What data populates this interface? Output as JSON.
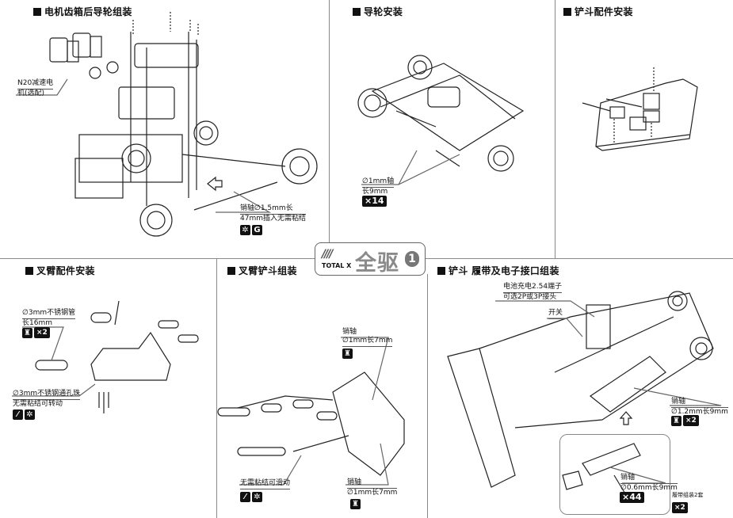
{
  "logo": {
    "brand": "TOTAL X",
    "title_cn": "全驱",
    "step_number": "1"
  },
  "panels": [
    {
      "title": "电机齿箱后导轮组装",
      "callouts": [
        {
          "text": "N20减速电机(选配)",
          "line1": "N20减速电",
          "line2": "机(选配)"
        },
        {
          "line1": "销轴∅1.5mm长",
          "line2": "47mm插入无需粘结",
          "icons": [
            "no-glue-icon",
            "insert-icon"
          ]
        }
      ]
    },
    {
      "title": "导轮安装",
      "callouts": [
        {
          "line1": "∅1mm轴",
          "line2": "长9mm",
          "badge": "×14"
        }
      ]
    },
    {
      "title": "铲斗配件安装",
      "callouts": []
    },
    {
      "title": "叉臂配件安装",
      "callouts": [
        {
          "line1": "∅3mm不锈钢管",
          "line2": "长16mm",
          "icons": [
            "glue-icon"
          ],
          "badge": "×2"
        },
        {
          "line1": "∅3mm不锈钢通孔珠",
          "line2": "无需粘结可转动",
          "icons": [
            "lubricate-icon",
            "no-glue-icon"
          ]
        }
      ]
    },
    {
      "title": "叉臂铲斗组装",
      "callouts": [
        {
          "line1": "销轴",
          "line2": "∅1mm长7mm",
          "icons": [
            "glue-icon"
          ]
        },
        {
          "line1": "无需粘结可滑动",
          "icons": [
            "lubricate-icon",
            "no-glue-icon"
          ]
        },
        {
          "line1": "销轴",
          "line2": "∅1mm长7mm",
          "icons": [
            "glue-icon"
          ]
        }
      ]
    },
    {
      "title": "铲斗 履带及电子接口组装",
      "callouts": [
        {
          "line1": "电池充电2.54端子",
          "line2": "可选2P或3P接头"
        },
        {
          "line1": "开关"
        },
        {
          "line1": "销轴",
          "line2": "∅1.2mm长9mm",
          "icons": [
            "glue-icon"
          ],
          "badge": "×2"
        },
        {
          "line1": "销轴",
          "line2": "∅0.6mm长9mm",
          "badge": "×44"
        },
        {
          "line1": "履带组装2套",
          "badge": "×2"
        }
      ]
    }
  ]
}
